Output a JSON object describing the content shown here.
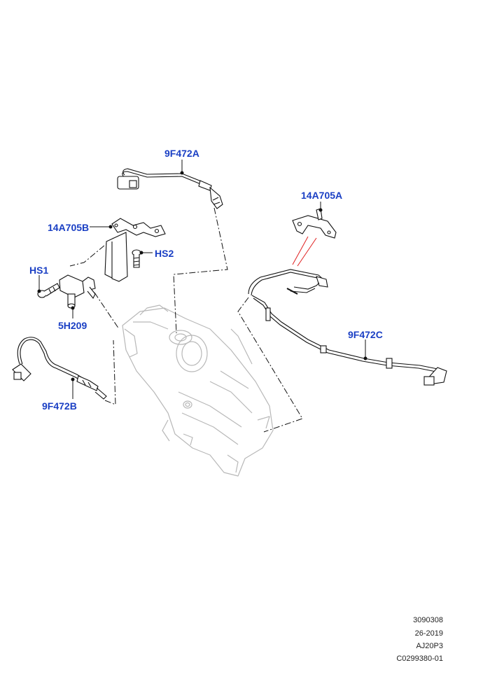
{
  "callouts": {
    "sensor_upstream": "9F472A",
    "bracket_right": "14A705A",
    "bracket_left": "14A705B",
    "screw_hs2": "HS2",
    "screw_hs1": "HS1",
    "sensor_5h209": "5H209",
    "sensor_left": "9F472B",
    "sensor_right_harness": "9F472C"
  },
  "footer": {
    "line1": "3090308",
    "line2": "26-2019",
    "line3": "AJ20P3",
    "line4": "C0299380-01"
  },
  "colors": {
    "callout_text": "#1a3fc4",
    "part_line": "#111111",
    "ghost_line": "#b8b8b8",
    "leader_red": "#e02020"
  }
}
